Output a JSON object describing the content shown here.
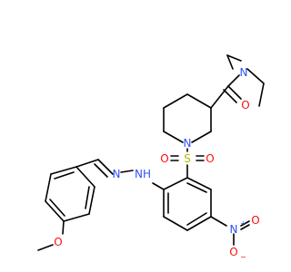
{
  "colors": {
    "bond": "#000000",
    "N": "#3050F8",
    "O": "#FF0D0D",
    "S": "#B8B800",
    "background": "#FFFFFF"
  },
  "atoms": {
    "n_amide": "N",
    "o_amide": "O",
    "n_ring": "N",
    "s_sulfonyl": "S",
    "o_sulfonyl_left": "O",
    "o_sulfonyl_right": "O",
    "nh_hydrazone": "NH",
    "n_hydrazone": "N",
    "n_nitro": "N",
    "n_nitro_plus": "+",
    "o_nitro_right": "O",
    "o_nitro_bottom": "O",
    "o_nitro_minus": "−",
    "o_methoxy": "O"
  }
}
